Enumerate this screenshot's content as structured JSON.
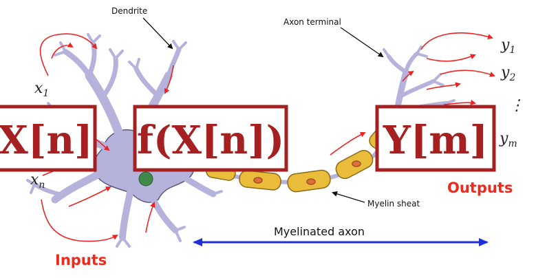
{
  "annotations": {
    "dendrite": "Dendrite",
    "axon_terminal": "Axon terminal",
    "myelin_sheath": "Myelin sheat",
    "myelinated_axon": "Myelinated axon"
  },
  "labels": {
    "inputs": "Inputs",
    "outputs": "Outputs"
  },
  "inputs_vars": {
    "x1_base": "x",
    "x1_sub": "1",
    "xn_base": "x",
    "xn_sub": "n"
  },
  "outputs_vars": {
    "y1_base": "y",
    "y1_sub": "1",
    "y2_base": "y",
    "y2_sub": "2",
    "dots": "⋮",
    "ym_base": "y",
    "ym_sub": "m"
  },
  "boxes": {
    "input": "X[n]",
    "function": "f(X[n])",
    "output": "Y[m]"
  },
  "colors": {
    "box_border": "#a52121",
    "neuron": "#b5b3dc",
    "neuron_outline": "#55557a",
    "myelin": "#e9bd3a",
    "arrow_red": "#ee2222",
    "arrow_blue": "#1f2fd6",
    "label_red": "#ee2a1c"
  }
}
